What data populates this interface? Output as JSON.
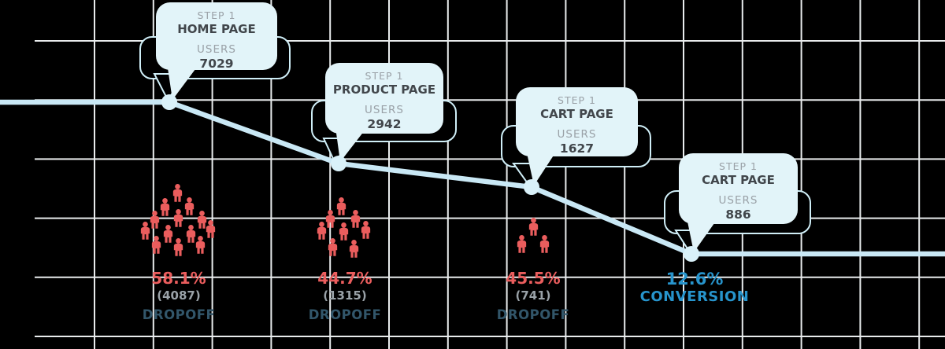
{
  "callouts": [
    {
      "step": "STEP 1",
      "page": "HOME PAGE",
      "users_label": "USERS",
      "users": "7029"
    },
    {
      "step": "STEP 1",
      "page": "PRODUCT PAGE",
      "users_label": "USERS",
      "users": "2942"
    },
    {
      "step": "STEP 1",
      "page": "CART PAGE",
      "users_label": "USERS",
      "users": "1627"
    },
    {
      "step": "STEP 1",
      "page": "CART PAGE",
      "users_label": "USERS",
      "users": "886"
    }
  ],
  "dropoffs": [
    {
      "percent": "58.1%",
      "count": "(4087)",
      "label": "DROPOFF",
      "people": 13
    },
    {
      "percent": "44.7%",
      "count": "(1315)",
      "label": "DROPOFF",
      "people": 8
    },
    {
      "percent": "45.5%",
      "count": "(741)",
      "label": "DROPOFF",
      "people": 3
    }
  ],
  "conversion": {
    "percent": "12.6%",
    "label": "CONVERSION"
  },
  "colors": {
    "background": "#000000",
    "grid": "#e9eced",
    "funnel_line": "#c9e8f5",
    "marker": "#d9f1f9",
    "bubble_fill": "#e2f4f9",
    "bubble_outline": "#cfeef7",
    "muted_text": "#9aa1a7",
    "dark_text": "#41464b",
    "dropoff_red": "#ea5d5d",
    "count_gray": "#9aa2a8",
    "dropoff_label": "#32566a",
    "conversion_blue": "#2794cc"
  },
  "chart_data": {
    "type": "line",
    "title": "Conversion funnel",
    "steps": [
      "HOME PAGE",
      "PRODUCT PAGE",
      "CART PAGE",
      "CART PAGE"
    ],
    "step_badges": [
      "STEP 1",
      "STEP 1",
      "STEP 1",
      "STEP 1"
    ],
    "users": [
      7029,
      2942,
      1627,
      886
    ],
    "dropoff_percent": [
      58.1,
      44.7,
      45.5
    ],
    "dropoff_count": [
      4087,
      1315,
      741
    ],
    "conversion_percent": 12.6,
    "legend_position": "none",
    "grid": true
  }
}
